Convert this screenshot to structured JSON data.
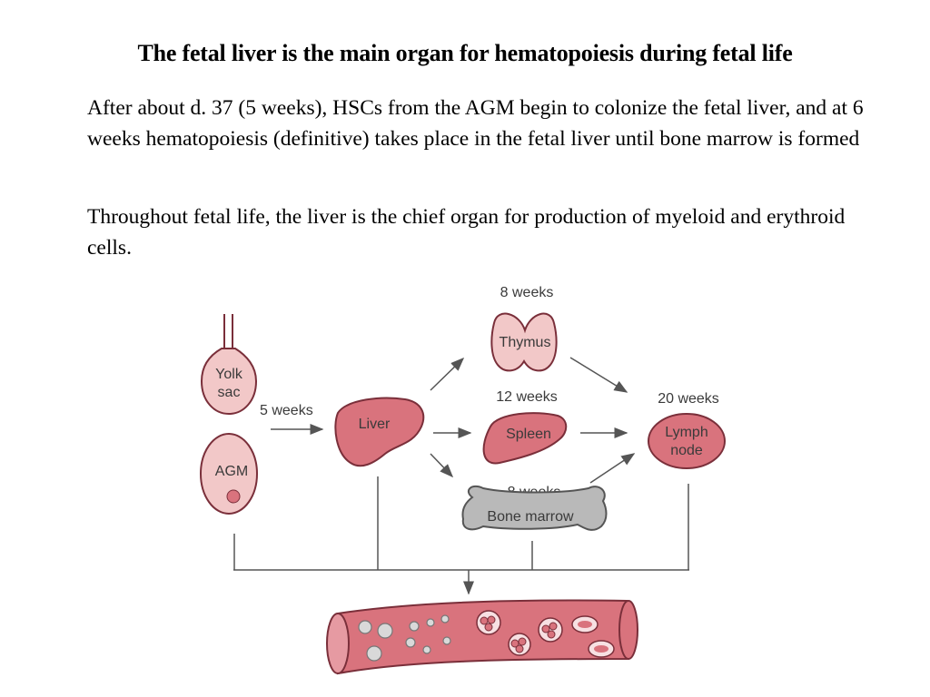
{
  "title": "The fetal liver is the main organ for hematopoiesis during fetal life",
  "paragraphs": {
    "p1": "After about d. 37 (5 weeks),  HSCs from the AGM begin to colonize the fetal liver, and at 6 weeks hematopoiesis (definitive) takes place in the fetal liver until bone marrow is formed",
    "p2": "Throughout fetal life, the liver is the chief organ for production of myeloid and erythroid cells."
  },
  "diagram": {
    "yolk_sac": [
      "Yolk",
      "sac"
    ],
    "agm": "AGM",
    "arrow_to_liver": "5 weeks",
    "liver": "Liver",
    "thymus": {
      "time": "8 weeks",
      "label": "Thymus"
    },
    "spleen": {
      "time": "12 weeks",
      "label": "Spleen"
    },
    "bone_marrow": {
      "time": "8 weeks",
      "label": "Bone marrow"
    },
    "lymph_node": {
      "time": "20 weeks",
      "label": [
        "Lymph",
        "node"
      ]
    }
  },
  "colors": {
    "organ_fill": "#d9737d",
    "organ_fill_light": "#f2c8c8",
    "organ_stroke": "#7a2f3a",
    "bone_fill": "#b9b9b9",
    "line": "#555555"
  }
}
